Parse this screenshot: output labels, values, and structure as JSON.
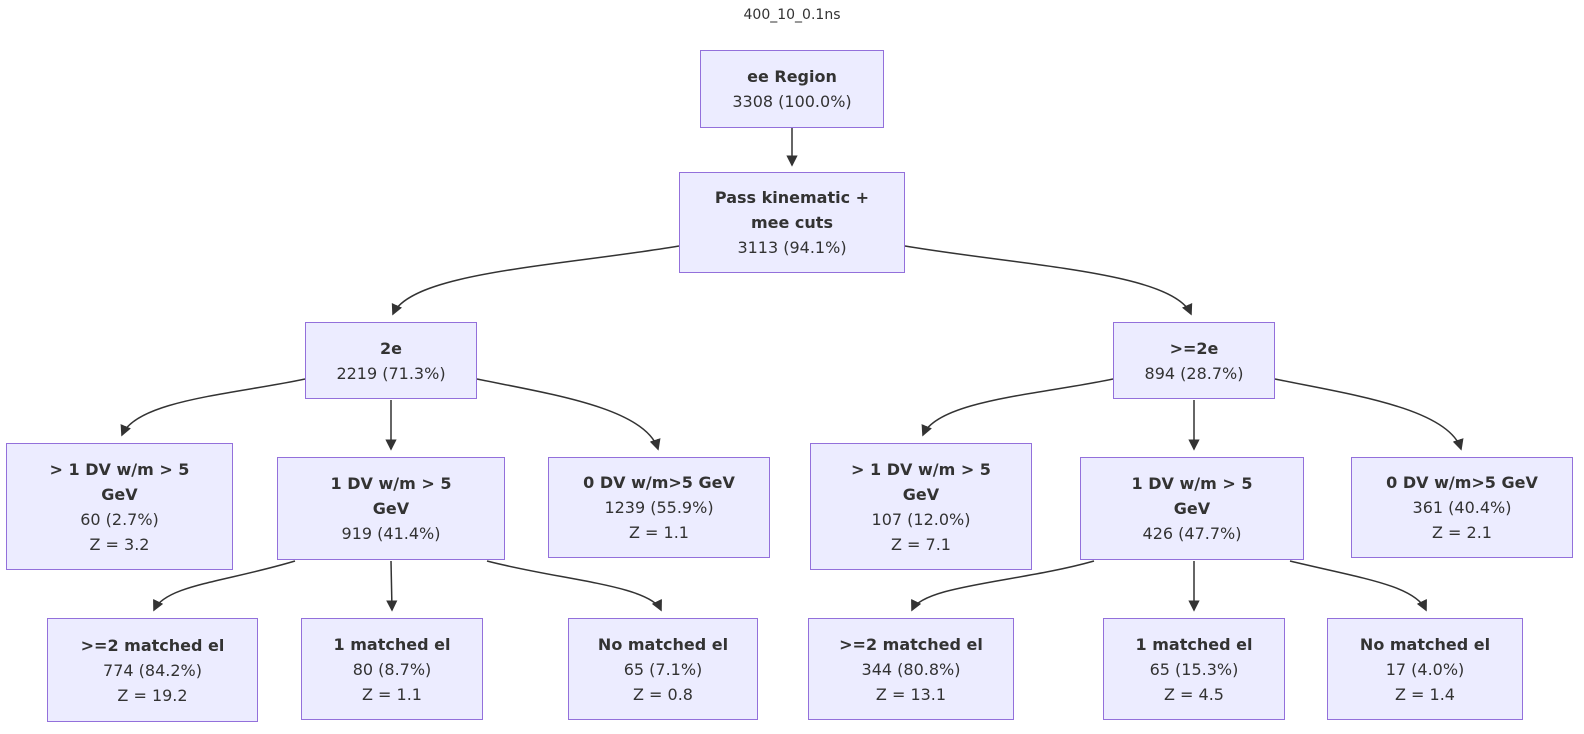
{
  "diagram": {
    "type": "flowchart",
    "title": "400_10_0.1ns",
    "colors": {
      "node_fill": "#ECECFF",
      "node_border": "#9370DB",
      "edge": "#333333",
      "text": "#333333"
    },
    "nodes": [
      {
        "id": "ee-region",
        "label": "ee Region",
        "count": "3308 (100.0%)",
        "z": null
      },
      {
        "id": "pass-kinematic",
        "label": "Pass kinematic +\nmee cuts",
        "count": "3113 (94.1%)",
        "z": null
      },
      {
        "id": "2e",
        "label": "2e",
        "count": "2219 (71.3%)",
        "z": null
      },
      {
        "id": "ge2e",
        "label": ">=2e",
        "count": "894 (28.7%)",
        "z": null
      },
      {
        "id": "2e-gt1dv",
        "label": "> 1 DV w/m > 5\nGeV",
        "count": "60 (2.7%)",
        "z": "Z = 3.2"
      },
      {
        "id": "2e-1dv",
        "label": "1 DV w/m > 5\nGeV",
        "count": "919 (41.4%)",
        "z": null
      },
      {
        "id": "2e-0dv",
        "label": "0 DV w/m>5 GeV",
        "count": "1239 (55.9%)",
        "z": "Z = 1.1"
      },
      {
        "id": "ge2e-gt1dv",
        "label": "> 1 DV w/m > 5\nGeV",
        "count": "107 (12.0%)",
        "z": "Z = 7.1"
      },
      {
        "id": "ge2e-1dv",
        "label": "1 DV w/m > 5\nGeV",
        "count": "426 (47.7%)",
        "z": null
      },
      {
        "id": "ge2e-0dv",
        "label": "0 DV w/m>5 GeV",
        "count": "361 (40.4%)",
        "z": "Z = 2.1"
      },
      {
        "id": "2e-ge2matched",
        "label": ">=2 matched el",
        "count": "774 (84.2%)",
        "z": "Z = 19.2"
      },
      {
        "id": "2e-1matched",
        "label": "1 matched el",
        "count": "80 (8.7%)",
        "z": "Z = 1.1"
      },
      {
        "id": "2e-nomatched",
        "label": "No matched el",
        "count": "65 (7.1%)",
        "z": "Z = 0.8"
      },
      {
        "id": "ge2e-ge2matched",
        "label": ">=2 matched el",
        "count": "344 (80.8%)",
        "z": "Z = 13.1"
      },
      {
        "id": "ge2e-1matched",
        "label": "1 matched el",
        "count": "65 (15.3%)",
        "z": "Z = 4.5"
      },
      {
        "id": "ge2e-nomatched",
        "label": "No matched el",
        "count": "17 (4.0%)",
        "z": "Z = 1.4"
      }
    ],
    "edges": [
      {
        "from": "ee-region",
        "to": "pass-kinematic"
      },
      {
        "from": "pass-kinematic",
        "to": "2e"
      },
      {
        "from": "pass-kinematic",
        "to": "ge2e"
      },
      {
        "from": "2e",
        "to": "2e-gt1dv"
      },
      {
        "from": "2e",
        "to": "2e-1dv"
      },
      {
        "from": "2e",
        "to": "2e-0dv"
      },
      {
        "from": "ge2e",
        "to": "ge2e-gt1dv"
      },
      {
        "from": "ge2e",
        "to": "ge2e-1dv"
      },
      {
        "from": "ge2e",
        "to": "ge2e-0dv"
      },
      {
        "from": "2e-1dv",
        "to": "2e-ge2matched"
      },
      {
        "from": "2e-1dv",
        "to": "2e-1matched"
      },
      {
        "from": "2e-1dv",
        "to": "2e-nomatched"
      },
      {
        "from": "ge2e-1dv",
        "to": "ge2e-ge2matched"
      },
      {
        "from": "ge2e-1dv",
        "to": "ge2e-1matched"
      },
      {
        "from": "ge2e-1dv",
        "to": "ge2e-nomatched"
      }
    ]
  }
}
